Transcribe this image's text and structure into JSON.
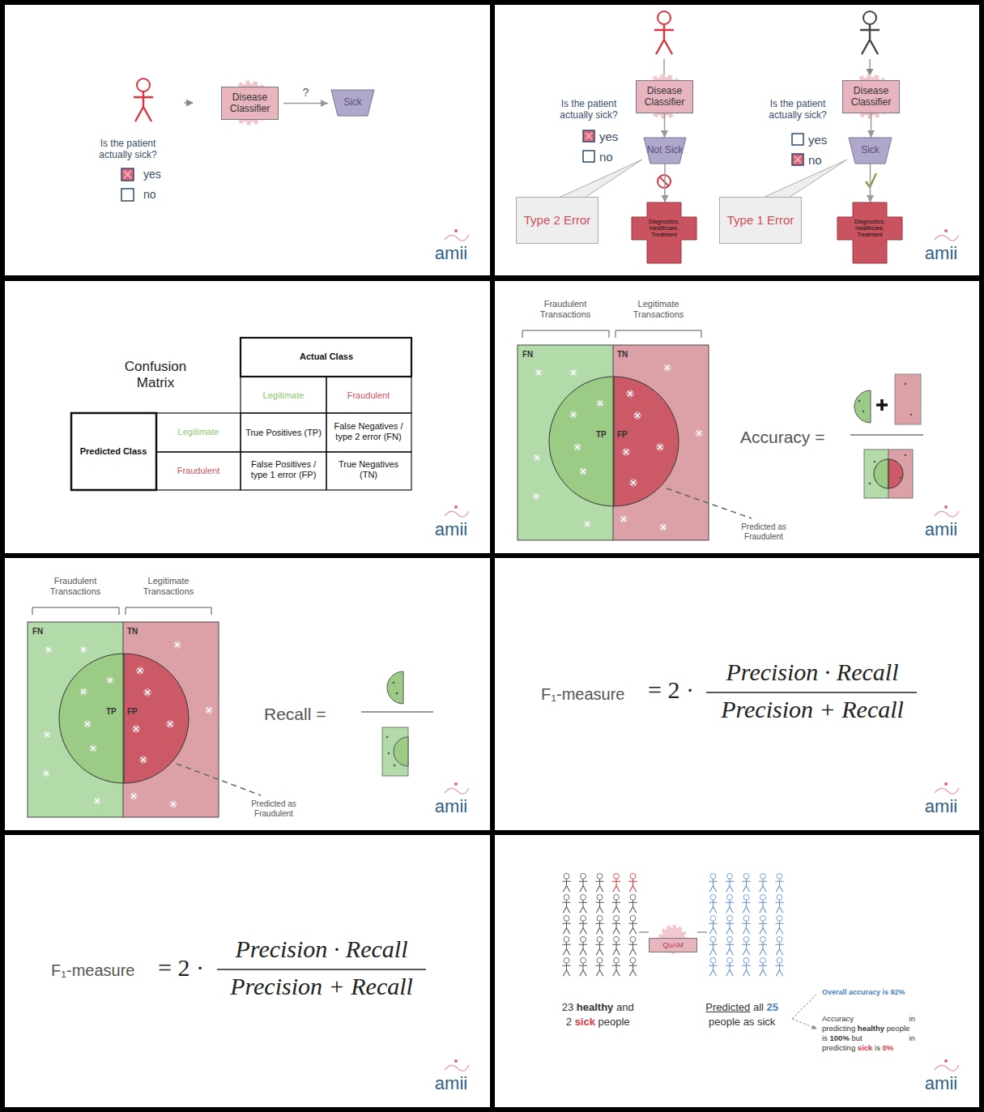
{
  "diagram": {
    "nodes": [
      {
        "text": [
          "Disease Classifier"
        ]
      },
      {
        "text": [
          "Sick"
        ]
      },
      {
        "text": [
          "Disease Classifier"
        ]
      },
      {
        "text": [
          "Not Sick"
        ]
      },
      {
        "text": [
          "Diagnostics, Healthcare, Treatment"
        ]
      },
      {
        "text": [
          "Type 2 Error"
        ]
      },
      {
        "text": [
          "Disease Classifier"
        ]
      },
      {
        "text": [
          "Sick"
        ]
      },
      {
        "text": [
          "Diagnostics, Healthcare, Treatment"
        ]
      },
      {
        "text": [
          "Type 1 Error"
        ]
      },
      {
        "text": [
          "QuAM"
        ]
      }
    ],
    "edges": [
      {
        "from": 0,
        "to": 1,
        "arrow": "to",
        "label": "?"
      },
      {
        "from": 2,
        "to": 3,
        "arrow": "to"
      },
      {
        "from": 3,
        "to": 4,
        "arrow": "to"
      },
      {
        "from": 6,
        "to": 7,
        "arrow": "to"
      },
      {
        "from": 7,
        "to": 8,
        "arrow": "to"
      }
    ],
    "labels": [
      "Is the patient actually sick?",
      "yes",
      "no",
      "amii",
      "Is the patient actually sick?",
      "yes",
      "no",
      "Is the patient actually sick?",
      "yes",
      "no",
      "amii",
      "Confusion Matrix",
      "Actual Class",
      "Legitimate",
      "Fraudulent",
      "Predicted Class",
      "Legitimate",
      "Fraudulent",
      "True Positives (TP)",
      "False Negatives / type 2 error (FN)",
      "False Positives / type 1 error (FP)",
      "True Negatives (TN)",
      "amii",
      "Fraudulent Transactions",
      "Legitimate Transactions",
      "FN",
      "TN",
      "TP",
      "FP",
      "Predicted as Fraudulent",
      "Accuracy =",
      "amii",
      "Fraudulent Transactions",
      "Legitimate Transactions",
      "FN",
      "TN",
      "TP",
      "FP",
      "Predicted as Fraudulent",
      "Recall =",
      "amii",
      "F₁-measure",
      "= 2 ·",
      "Precision · Recall",
      "Precision + Recall",
      "amii",
      "F₁-measure",
      "= 2 ·",
      "Precision · Recall",
      "Precision + Recall",
      "amii",
      "23",
      "healthy",
      "and",
      "2",
      "sick",
      "people",
      "Predicted",
      "all",
      "25",
      "people as sick",
      "Overall accuracy is 92%",
      "Accuracy in predicting",
      "healthy",
      "people is",
      "100%",
      "but in predicting",
      "sick",
      "is",
      "0%",
      "amii"
    ]
  }
}
